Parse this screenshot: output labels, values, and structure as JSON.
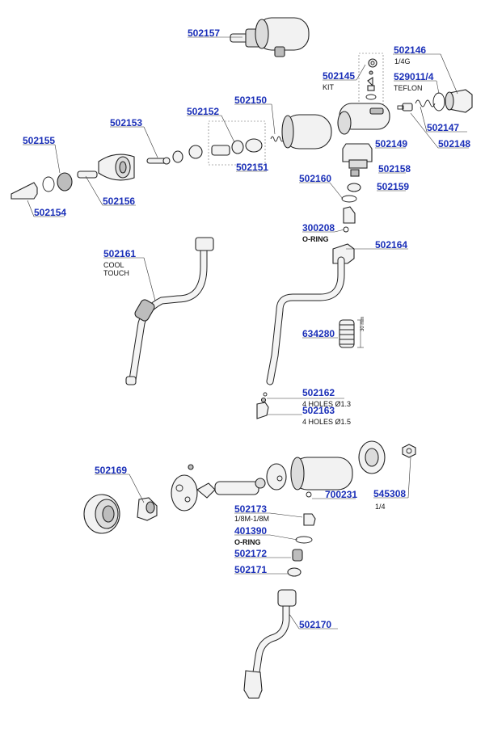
{
  "parts": {
    "p502157": "502157",
    "p502146": "502146",
    "p502146_note": "1/4G",
    "p502145": "502145",
    "p502145_note": "KIT",
    "p529011": "529011/4",
    "p529011_note": "TEFLON",
    "p502150": "502150",
    "p502152": "502152",
    "p502153": "502153",
    "p502147": "502147",
    "p502148": "502148",
    "p502155": "502155",
    "p502149": "502149",
    "p502151": "502151",
    "p502158": "502158",
    "p502160": "502160",
    "p502159": "502159",
    "p502156": "502156",
    "p502154": "502154",
    "p300208": "300208",
    "p300208_note": "O-RING",
    "p502164": "502164",
    "p502161": "502161",
    "p502161_note1": "COOL",
    "p502161_note2": "TOUCH",
    "p634280": "634280",
    "p634280_dim": "30 mm",
    "p502162": "502162",
    "p502162_note": "4 HOLES Ø1.3",
    "p502163": "502163",
    "p502163_note": "4 HOLES Ø1.5",
    "p502169": "502169",
    "p700231": "700231",
    "p545308": "545308",
    "p545308_note": "1/4",
    "p502173": "502173",
    "p502173_note": "1/8M-1/8M",
    "p401390": "401390",
    "p401390_note": "O-RING",
    "p502172": "502172",
    "p502171": "502171",
    "p502170": "502170"
  },
  "colors": {
    "label": "#1a2fb8",
    "line": "#333333"
  }
}
